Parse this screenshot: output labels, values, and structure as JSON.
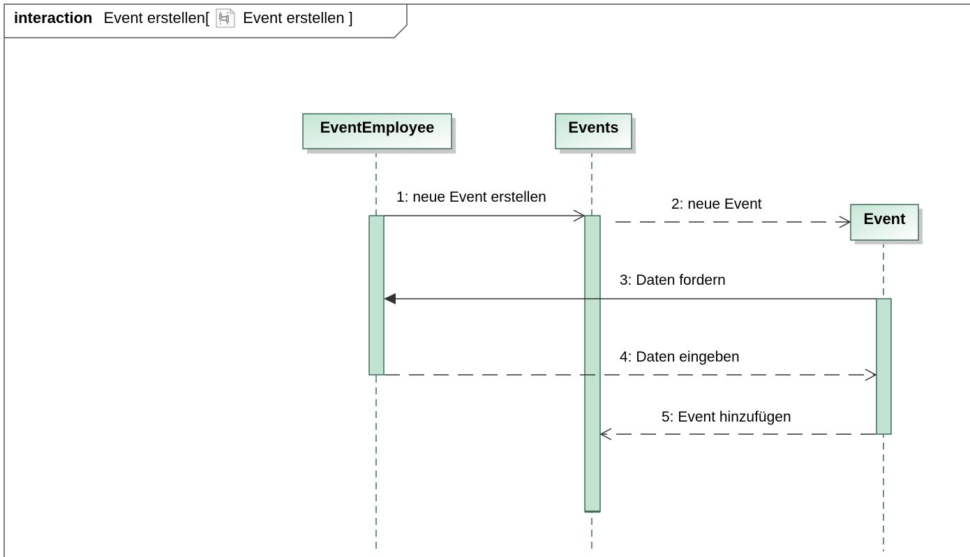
{
  "frame": {
    "keyword": "interaction",
    "name": "Event erstellen",
    "bracket_open": "[",
    "ref_name": "Event erstellen",
    "bracket_close": "]",
    "ref_icon": "sequence-diagram-icon"
  },
  "lifelines": [
    {
      "id": "eventemployee",
      "name": "EventEmployee"
    },
    {
      "id": "events",
      "name": "Events"
    },
    {
      "id": "event",
      "name": "Event"
    }
  ],
  "messages": [
    {
      "id": "m1",
      "label": "1:  neue Event erstellen",
      "kind": "synchronous"
    },
    {
      "id": "m2",
      "label": "2:  neue Event",
      "kind": "create"
    },
    {
      "id": "m3",
      "label": "3:  Daten fordern",
      "kind": "synchronous"
    },
    {
      "id": "m4",
      "label": "4:  Daten eingeben",
      "kind": "reply"
    },
    {
      "id": "m5",
      "label": "5:  Event hinzufügen",
      "kind": "reply"
    }
  ],
  "colors": {
    "box_fill_top": "#c4e5d3",
    "box_fill_bottom": "#ffffff",
    "box_stroke": "#3b6b5a",
    "activation_fill": "#c2e3d2",
    "shadow": "#c8c8c8",
    "line": "#333333"
  }
}
